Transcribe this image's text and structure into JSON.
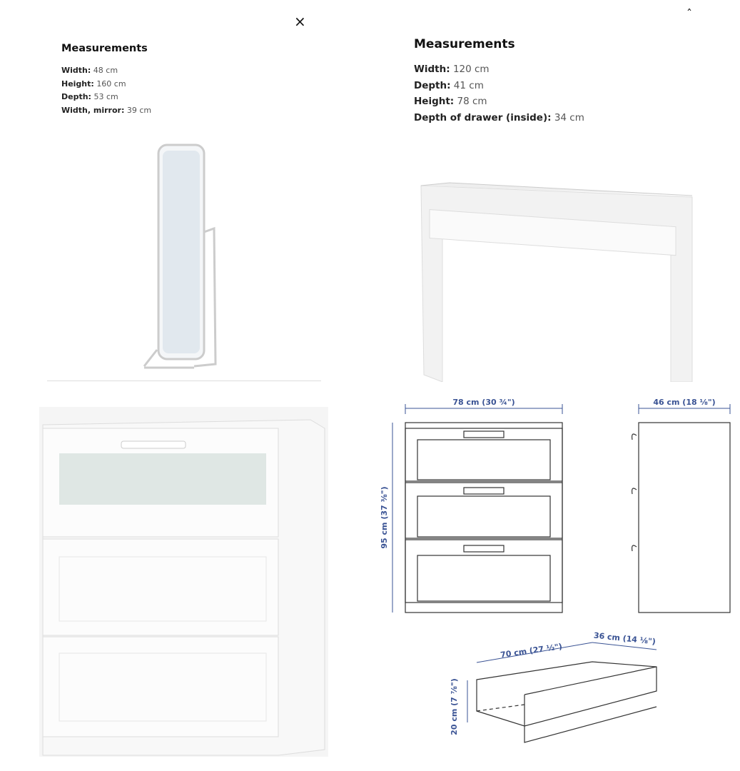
{
  "close_label": "×",
  "corner_glyph": "ˆ",
  "mirror": {
    "title": "Measurements",
    "specs": [
      {
        "label": "Width:",
        "value": "48 cm"
      },
      {
        "label": "Height:",
        "value": "160 cm"
      },
      {
        "label": "Depth:",
        "value": "53 cm"
      },
      {
        "label": "Width, mirror:",
        "value": "39 cm"
      }
    ]
  },
  "table": {
    "title": "Measurements",
    "specs": [
      {
        "label": "Width:",
        "value": "120 cm"
      },
      {
        "label": "Depth:",
        "value": "41 cm"
      },
      {
        "label": "Height:",
        "value": "78 cm"
      },
      {
        "label": "Depth of drawer (inside):",
        "value": "34 cm"
      }
    ]
  },
  "diagram": {
    "front_width": "78 cm (30 ¾\")",
    "side_depth": "46 cm (18 ⅛\")",
    "height": "95 cm (37 ⅜\")",
    "drawer_width": "70 cm (27 ½\")",
    "drawer_depth": "36 cm (14 ⅛\")",
    "drawer_height": "20 cm (7 ⅞\")"
  },
  "colors": {
    "dimension": "#3a5394"
  }
}
